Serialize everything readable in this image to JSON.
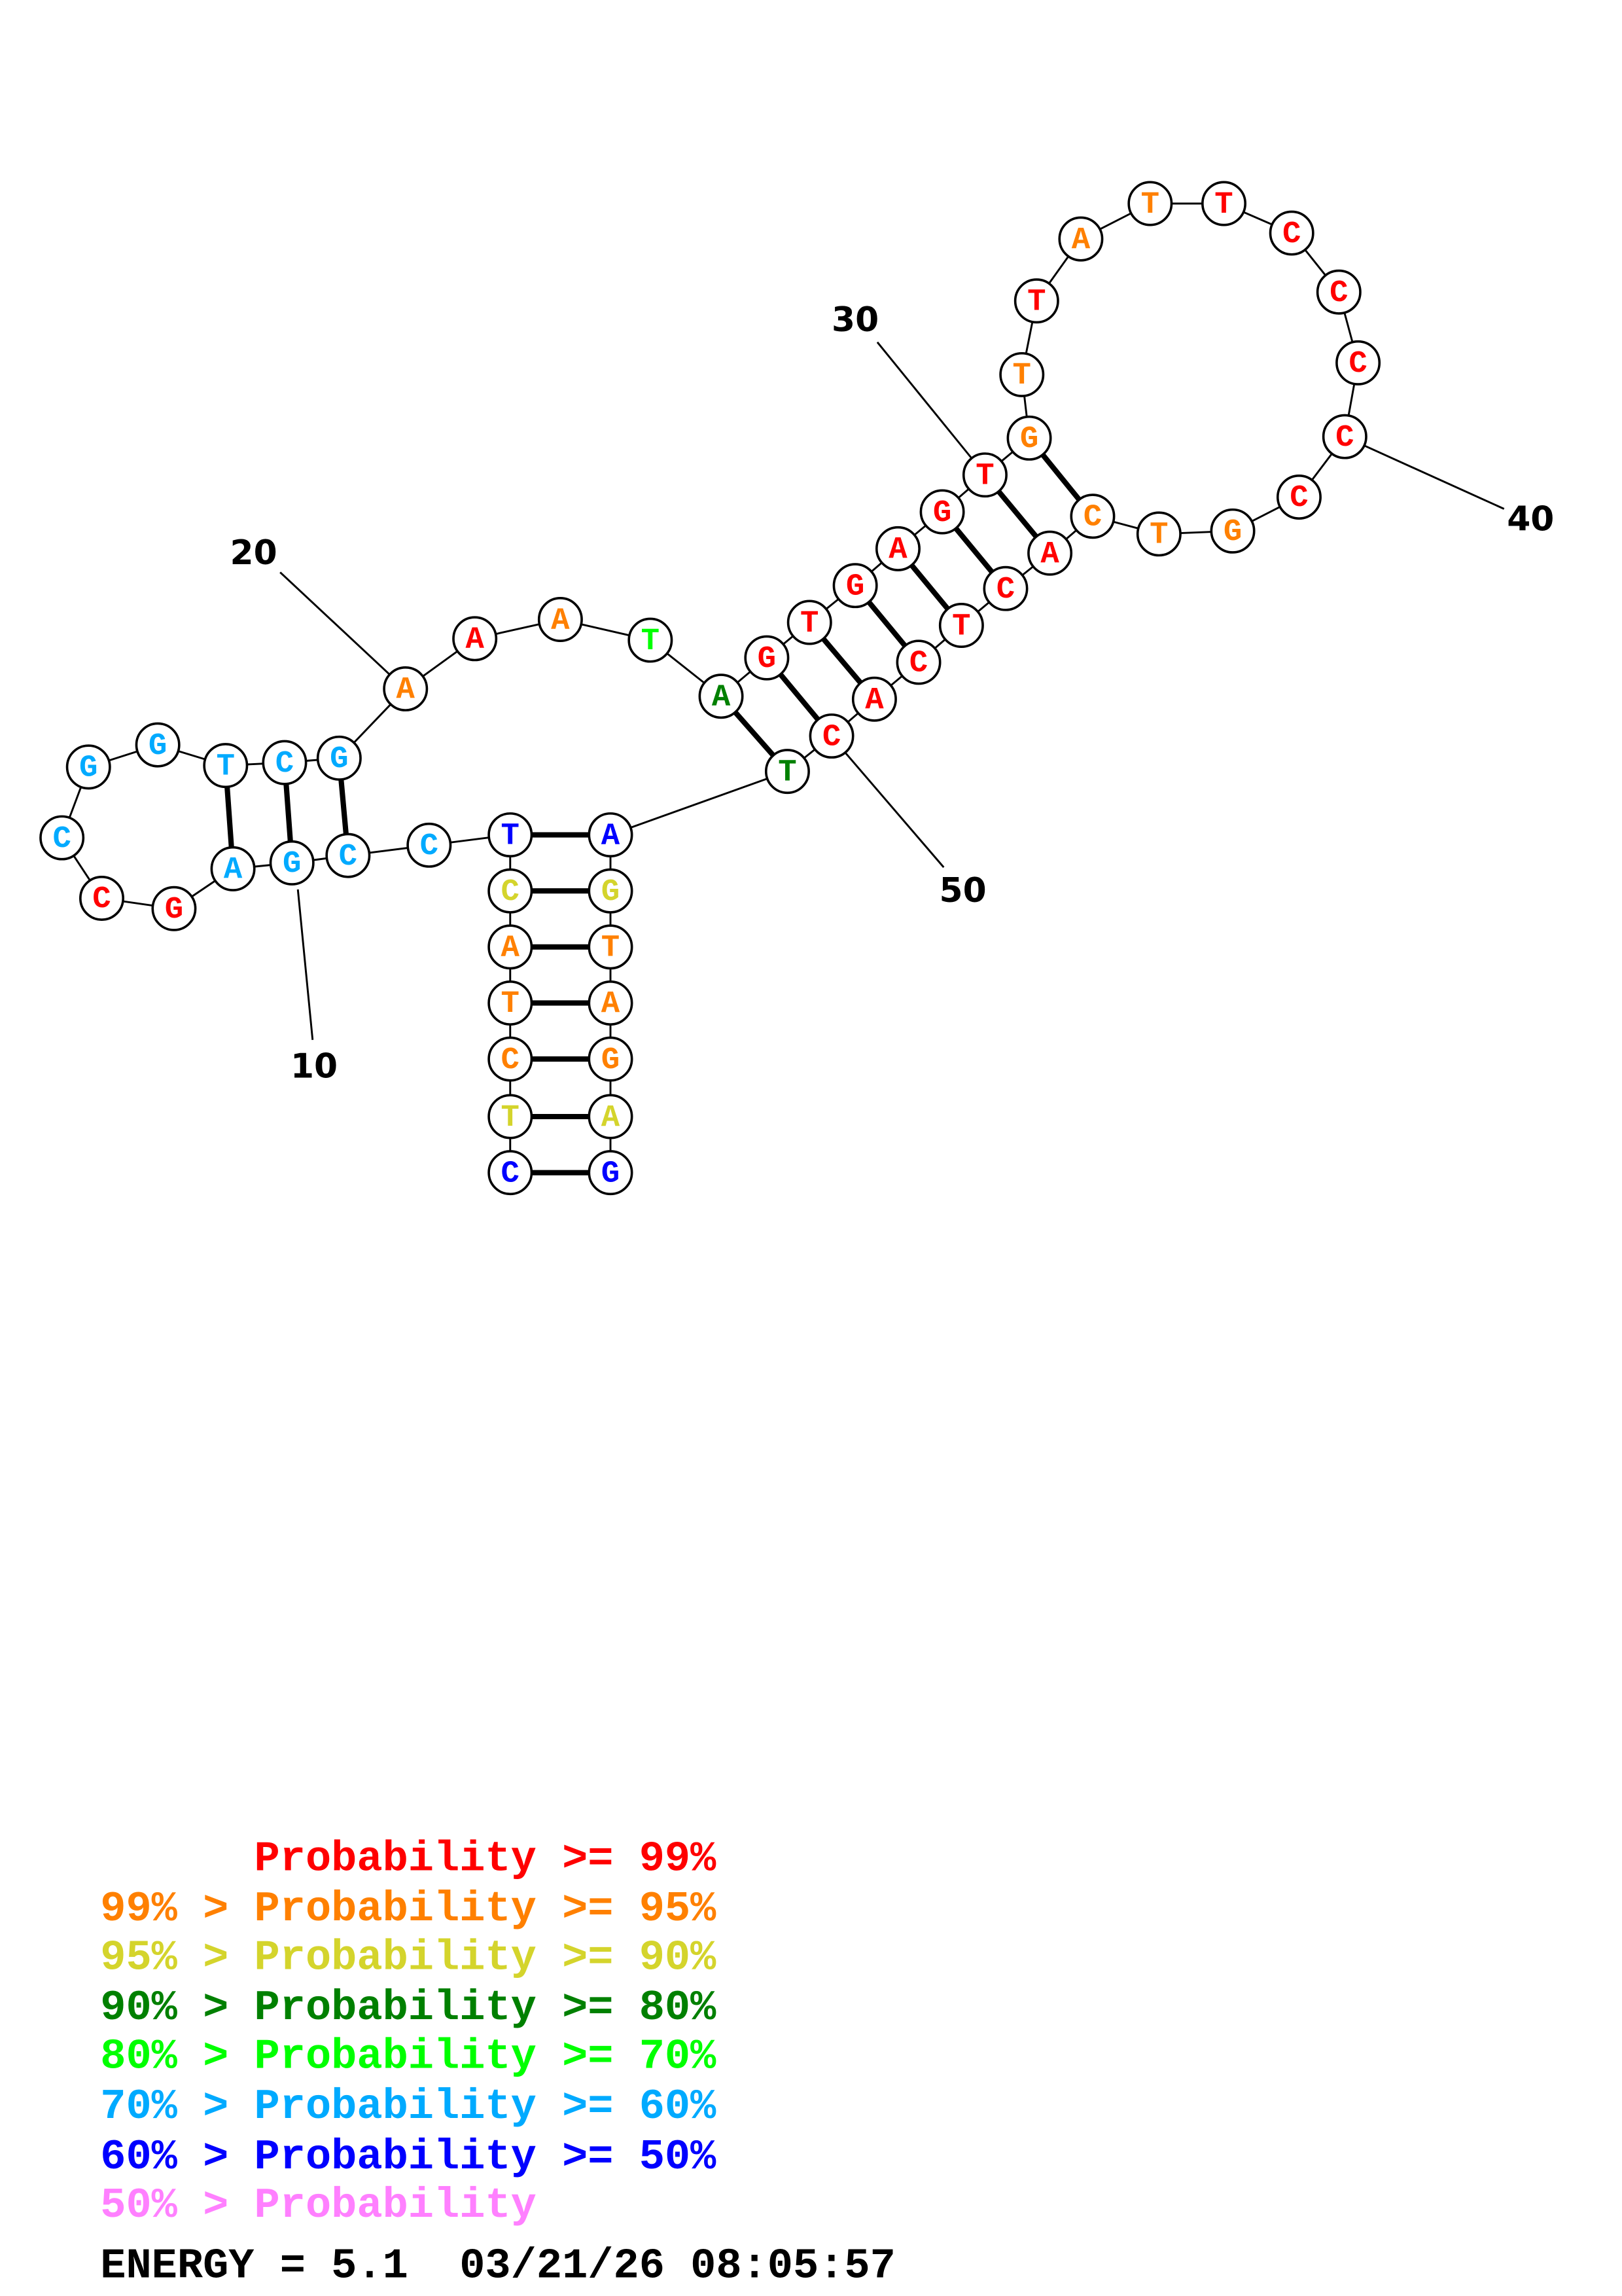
{
  "structure": {
    "sequence": [
      "C",
      "T",
      "C",
      "T",
      "A",
      "C",
      "T",
      "C",
      "C",
      "G",
      "A",
      "G",
      "C",
      "C",
      "G",
      "G",
      "T",
      "C",
      "G",
      "A",
      "A",
      "A",
      "T",
      "A",
      "G",
      "T",
      "G",
      "A",
      "G",
      "T",
      "G",
      "T",
      "T",
      "A",
      "T",
      "T",
      "C",
      "C",
      "C",
      "C",
      "C",
      "G",
      "T",
      "C",
      "A",
      "C",
      "T",
      "C",
      "A",
      "C",
      "T",
      "A",
      "G",
      "T",
      "A",
      "G",
      "A",
      "G"
    ],
    "probability_class": [
      "p50",
      "p90",
      "p95",
      "p95",
      "p95",
      "p90",
      "p50",
      "p60",
      "p60",
      "p60",
      "p60",
      "p99",
      "p99",
      "p60",
      "p60",
      "p60",
      "p60",
      "p60",
      "p60",
      "p95",
      "p99",
      "p95",
      "p70",
      "p80",
      "p99",
      "p99",
      "p99",
      "p99",
      "p99",
      "p99",
      "p95",
      "p95",
      "p99",
      "p95",
      "p95",
      "p99",
      "p99",
      "p99",
      "p99",
      "p99",
      "p99",
      "p95",
      "p95",
      "p95",
      "p99",
      "p99",
      "p99",
      "p99",
      "p99",
      "p99",
      "p80",
      "p50",
      "p90",
      "p95",
      "p95",
      "p95",
      "p90",
      "p50"
    ],
    "pairs": [
      [
        1,
        58
      ],
      [
        2,
        57
      ],
      [
        3,
        56
      ],
      [
        4,
        55
      ],
      [
        5,
        54
      ],
      [
        6,
        53
      ],
      [
        7,
        52
      ],
      [
        9,
        19
      ],
      [
        10,
        18
      ],
      [
        11,
        17
      ],
      [
        24,
        51
      ],
      [
        25,
        50
      ],
      [
        26,
        49
      ],
      [
        27,
        48
      ],
      [
        28,
        47
      ],
      [
        29,
        46
      ],
      [
        30,
        45
      ],
      [
        31,
        44
      ]
    ],
    "number_labels": [
      {
        "index": 10,
        "text": "10"
      },
      {
        "index": 20,
        "text": "20"
      },
      {
        "index": 30,
        "text": "30"
      },
      {
        "index": 40,
        "text": "40"
      },
      {
        "index": 50,
        "text": "50"
      }
    ]
  },
  "colors": {
    "p99": "#ff0000",
    "p95": "#ff8000",
    "p90": "#d4d42c",
    "p80": "#008000",
    "p70": "#00ff00",
    "p60": "#00aaff",
    "p50": "#0000ff",
    "plow": "#ff80ff"
  },
  "legend": [
    {
      "text": "      Probability >= 99%",
      "class": "p99"
    },
    {
      "text": "99% > Probability >= 95%",
      "class": "p95"
    },
    {
      "text": "95% > Probability >= 90%",
      "class": "p90"
    },
    {
      "text": "90% > Probability >= 80%",
      "class": "p80"
    },
    {
      "text": "80% > Probability >= 70%",
      "class": "p70"
    },
    {
      "text": "70% > Probability >= 60%",
      "class": "p60"
    },
    {
      "text": "60% > Probability >= 50%",
      "class": "p50"
    },
    {
      "text": "50% > Probability",
      "class": "plow"
    }
  ],
  "footer": {
    "energy_text": "ENERGY = 5.1  03/21/26 08:05:57"
  }
}
